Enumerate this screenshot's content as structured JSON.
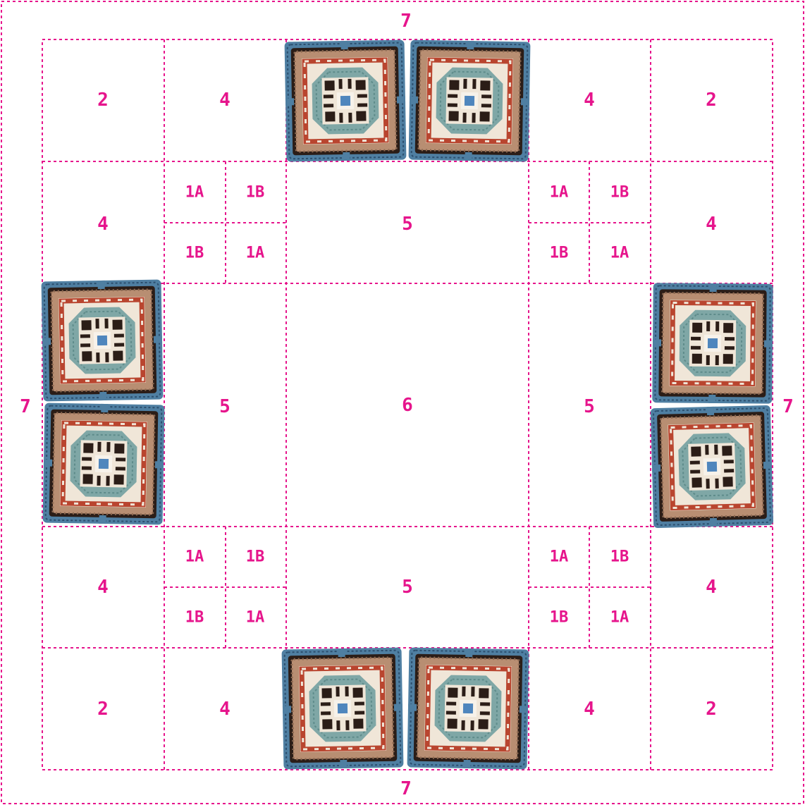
{
  "colors": {
    "line": "#e6158c",
    "label": "#e6158c",
    "background": "#ffffff",
    "square": {
      "edge": "#4f7fa2",
      "dark": "#2b1d17",
      "tan": "#b88e72",
      "rust": "#b9452f",
      "cream": "#f0e6d8",
      "teal": "#7fa7a6",
      "blue": "#4f86bd"
    }
  },
  "labels": {
    "border_top": "7",
    "border_bottom": "7",
    "border_left": "7",
    "border_right": "7",
    "corner_tl": "2",
    "corner_tr": "2",
    "corner_bl": "2",
    "corner_br": "2",
    "top_left_4": "4",
    "top_right_4": "4",
    "bottom_left_4": "4",
    "bottom_right_4": "4",
    "left_upper_4": "4",
    "right_upper_4": "4",
    "left_lower_4": "4",
    "right_lower_4": "4",
    "quad_tl": {
      "a1": "1A",
      "b1": "1B",
      "b2": "1B",
      "a2": "1A"
    },
    "quad_tr": {
      "a1": "1A",
      "b1": "1B",
      "b2": "1B",
      "a2": "1A"
    },
    "quad_bl": {
      "a1": "1A",
      "b1": "1B",
      "b2": "1B",
      "a2": "1A"
    },
    "quad_br": {
      "a1": "1A",
      "b1": "1B",
      "b2": "1B",
      "a2": "1A"
    },
    "five_top": "5",
    "five_bottom": "5",
    "five_left": "5",
    "five_right": "5",
    "center_6": "6"
  },
  "motifs": {
    "count": 8,
    "description_icon": "granny-square-icon"
  }
}
